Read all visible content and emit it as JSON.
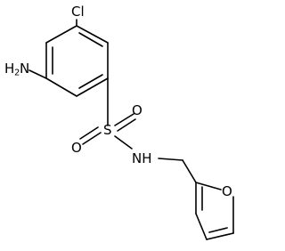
{
  "molecule": {
    "atoms": {
      "chloro": "Cl",
      "amino_h": "H",
      "amino_sub": "2",
      "amino_n": "N",
      "sulfur": "S",
      "oxygen_top": "O",
      "oxygen_bottom": "O",
      "amide_nh": "NH",
      "furan_oxygen": "O"
    }
  }
}
